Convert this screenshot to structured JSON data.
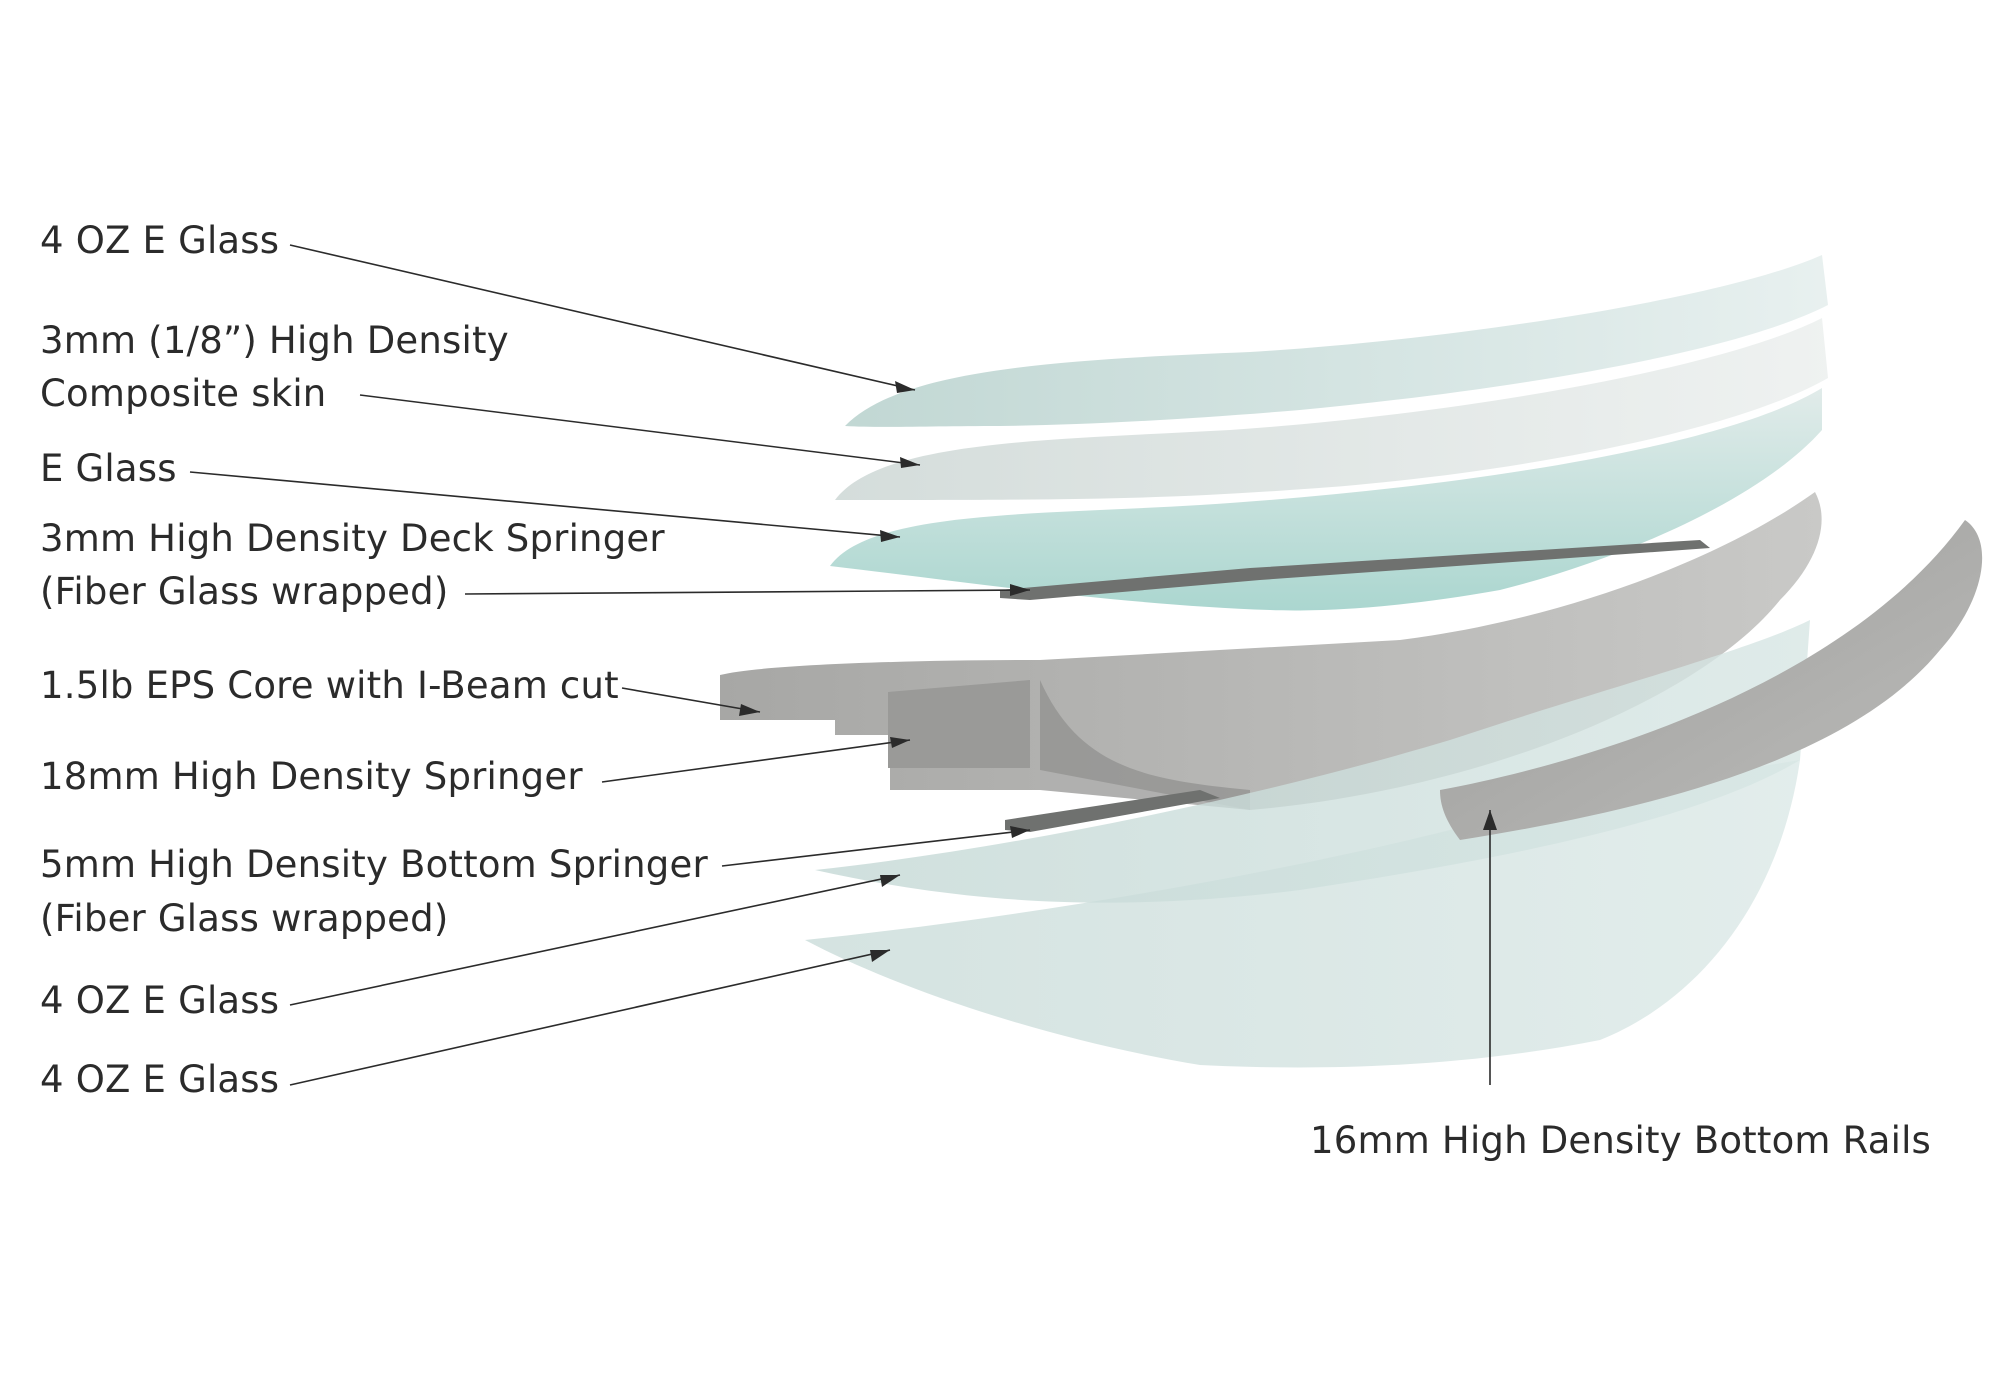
{
  "labels": {
    "top_glass": "4 OZ E Glass",
    "composite_skin_line1": "3mm (1/8”) High Density",
    "composite_skin_line2": "Composite skin",
    "e_glass": "E Glass",
    "deck_springer_line1": "3mm High Density Deck Springer",
    "deck_springer_line2": "(Fiber Glass wrapped)",
    "eps_core": "1.5lb EPS Core with I-Beam cut",
    "springer_18mm": "18mm High Density Springer",
    "bottom_springer_line1": "5mm High Density Bottom Springer",
    "bottom_springer_line2": "(Fiber Glass wrapped)",
    "bottom_glass_1": "4 OZ E Glass",
    "bottom_glass_2": "4 OZ E Glass",
    "bottom_rails": "16mm High Density Bottom Rails"
  },
  "colors": {
    "glass": "#c9dcd9",
    "glass_edge": "#e4efee",
    "composite_skin": "#dde3e1",
    "tinted_glass": "#a9d3cd",
    "core": "#b9b9b7",
    "core_shadow": "#8f8f8d",
    "springer": "#6f716f",
    "rail": "#a8a8a6",
    "leader_line": "#2b2b2b",
    "text": "#2b2b2b"
  }
}
